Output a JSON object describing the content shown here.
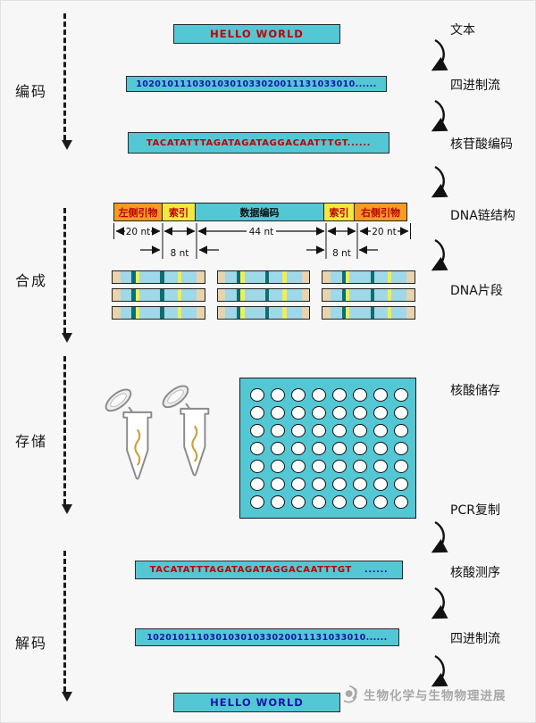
{
  "stages": {
    "encode": "编码",
    "synthesize": "合成",
    "store": "存储",
    "decode": "解码"
  },
  "flow": {
    "text_top": "HELLO WORLD",
    "quaternary_top": "10201011103010301033020011131033010......",
    "nucleotide_top": "TACATATTTAGATAGATAGGACAATTTGT......",
    "sequence_read": "TACATATTTAGATAGATAGGACAATTTGT",
    "sequence_read_dots": "......",
    "quaternary_bottom": "10201011103010301033020011131033010......",
    "text_bottom": "HELLO WORLD"
  },
  "strand": {
    "segments": [
      {
        "label": "左侧引物",
        "len": "20 nt",
        "color": "#f59b22",
        "text_color": "#bb0000"
      },
      {
        "label": "索引",
        "len": "8 nt",
        "color": "#f2e93f",
        "text_color": "#bb0000"
      },
      {
        "label": "数据编码",
        "len": "44 nt",
        "color": "#54c7d5",
        "text_color": "#111111"
      },
      {
        "label": "索引",
        "len": "8 nt",
        "color": "#f2e93f",
        "text_color": "#bb0000"
      },
      {
        "label": "右侧引物",
        "len": "20 nt",
        "color": "#f59b22",
        "text_color": "#bb0000"
      }
    ]
  },
  "right_labels": [
    "文本",
    "四进制流",
    "核苷酸编码",
    "DNA链结构",
    "DNA片段",
    "核酸储存",
    "PCR复制",
    "核酸测序",
    "四进制流"
  ],
  "fragments": {
    "count": 9,
    "pattern": [
      {
        "color": "#e7d3ae",
        "w": 8
      },
      {
        "color": "#9fd8e8",
        "w": 12
      },
      {
        "color": "#0e6e6e",
        "w": 4
      },
      {
        "color": "#f2ee4e",
        "w": 4
      },
      {
        "color": "#9fd8e8",
        "w": 22
      },
      {
        "color": "#0e6e6e",
        "w": 4
      },
      {
        "color": "#9fd8e8",
        "w": 14
      },
      {
        "color": "#f2ee4e",
        "w": 4
      },
      {
        "color": "#9fd8e8",
        "w": 16
      },
      {
        "color": "#e7d3ae",
        "w": 8
      }
    ]
  },
  "plate": {
    "rows": 7,
    "cols": 8,
    "plate_color": "#54c7d5",
    "well_color": "#ffffff"
  },
  "watermark": {
    "text": "生物化学与生物物理进展"
  },
  "colors": {
    "box": "#54c7d5",
    "red_text": "#c00000",
    "blue_text": "#1616a8",
    "arrow": "#1a1a1a",
    "background": "#f7f7f7"
  }
}
